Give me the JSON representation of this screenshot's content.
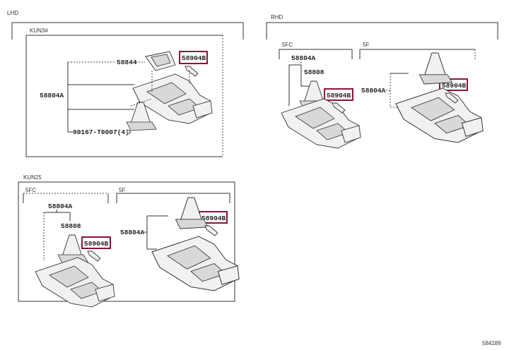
{
  "lhd": {
    "title": "LHD",
    "kun3": {
      "title": "KUN3#",
      "labels": {
        "bezel": "58844",
        "console": "58804A",
        "clip": "58904B",
        "screw": "90167-T0007(4)"
      }
    }
  },
  "rhd": {
    "title": "RHD",
    "fc5": {
      "title": "5FC",
      "labels": {
        "console": "58804A",
        "boot": "58808",
        "clip": "58904B"
      }
    },
    "f5": {
      "title": "5F",
      "labels": {
        "console": "58804A",
        "clip": "58904B"
      }
    }
  },
  "kun25": {
    "title": "KUN25",
    "fc5": {
      "title": "5FC",
      "labels": {
        "console": "58804A",
        "boot": "58808",
        "clip": "58904B"
      }
    },
    "f5": {
      "title": "5F",
      "labels": {
        "console": "58804A",
        "clip": "58904B"
      }
    }
  },
  "figure_id": "584189",
  "colors": {
    "highlight": "#8b1538"
  }
}
